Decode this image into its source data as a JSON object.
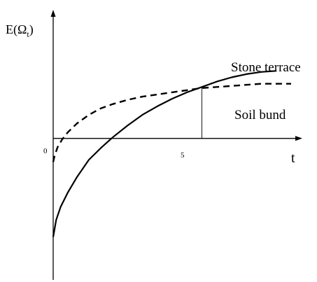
{
  "chart_data": {
    "type": "line",
    "ylabel": "E(Ω",
    "ylabel_sub": "t",
    "ylabel_close": ")",
    "xlabel": "t",
    "x_tick_labels": {
      "origin": "0",
      "marker": "5"
    },
    "xlim": [
      0,
      8
    ],
    "ylim": [
      -6.6,
      6.0
    ],
    "marker_x": 5,
    "grid": false,
    "legend": "labels placed next to curves",
    "series": [
      {
        "name": "Stone terrace",
        "style": "solid",
        "color": "#000000",
        "x": [
          0,
          0.1,
          0.25,
          0.5,
          0.8,
          1.2,
          1.6,
          2.0,
          2.5,
          3.0,
          3.5,
          4.0,
          4.5,
          5.0,
          5.5,
          6.0,
          6.5,
          7.0,
          7.5
        ],
        "y": [
          -4.6,
          -3.8,
          -3.2,
          -2.5,
          -1.8,
          -1.0,
          -0.45,
          0.05,
          0.6,
          1.1,
          1.5,
          1.85,
          2.15,
          2.4,
          2.65,
          2.85,
          3.0,
          3.1,
          3.15
        ]
      },
      {
        "name": "Soil bund",
        "style": "dashed",
        "color": "#000000",
        "x": [
          0,
          0.05,
          0.15,
          0.3,
          0.5,
          0.8,
          1.2,
          1.6,
          2.0,
          2.5,
          3.0,
          3.5,
          4.0,
          4.5,
          5.0,
          5.5,
          6.0,
          6.5,
          7.0,
          7.5,
          8.0
        ],
        "y": [
          -1.1,
          -0.8,
          -0.4,
          -0.05,
          0.3,
          0.7,
          1.1,
          1.4,
          1.6,
          1.8,
          1.95,
          2.05,
          2.15,
          2.25,
          2.35,
          2.4,
          2.45,
          2.5,
          2.55,
          2.55,
          2.55
        ]
      }
    ]
  },
  "colors": {
    "axis": "#000000",
    "background": "#ffffff"
  }
}
